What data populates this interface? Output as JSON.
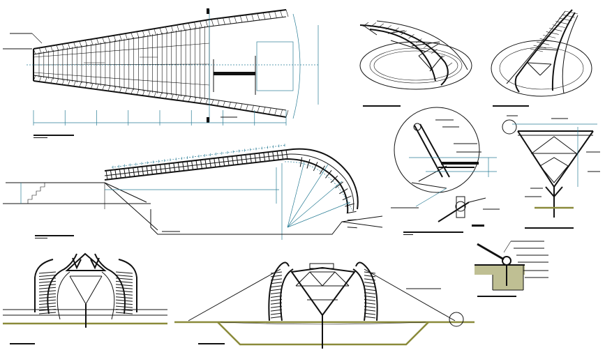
{
  "drawing": {
    "views": [
      {
        "id": "plan-view"
      },
      {
        "id": "perspective-left"
      },
      {
        "id": "perspective-right"
      },
      {
        "id": "longitudinal-section"
      },
      {
        "id": "node-detail-circle"
      },
      {
        "id": "truss-cross-section"
      },
      {
        "id": "front-elevation"
      },
      {
        "id": "side-elevation"
      },
      {
        "id": "anchor-detail"
      }
    ],
    "colors": {
      "linework": "#111111",
      "dimensions": "#2a7d96",
      "ground": "#8a8a3a",
      "background": "#ffffff"
    }
  }
}
